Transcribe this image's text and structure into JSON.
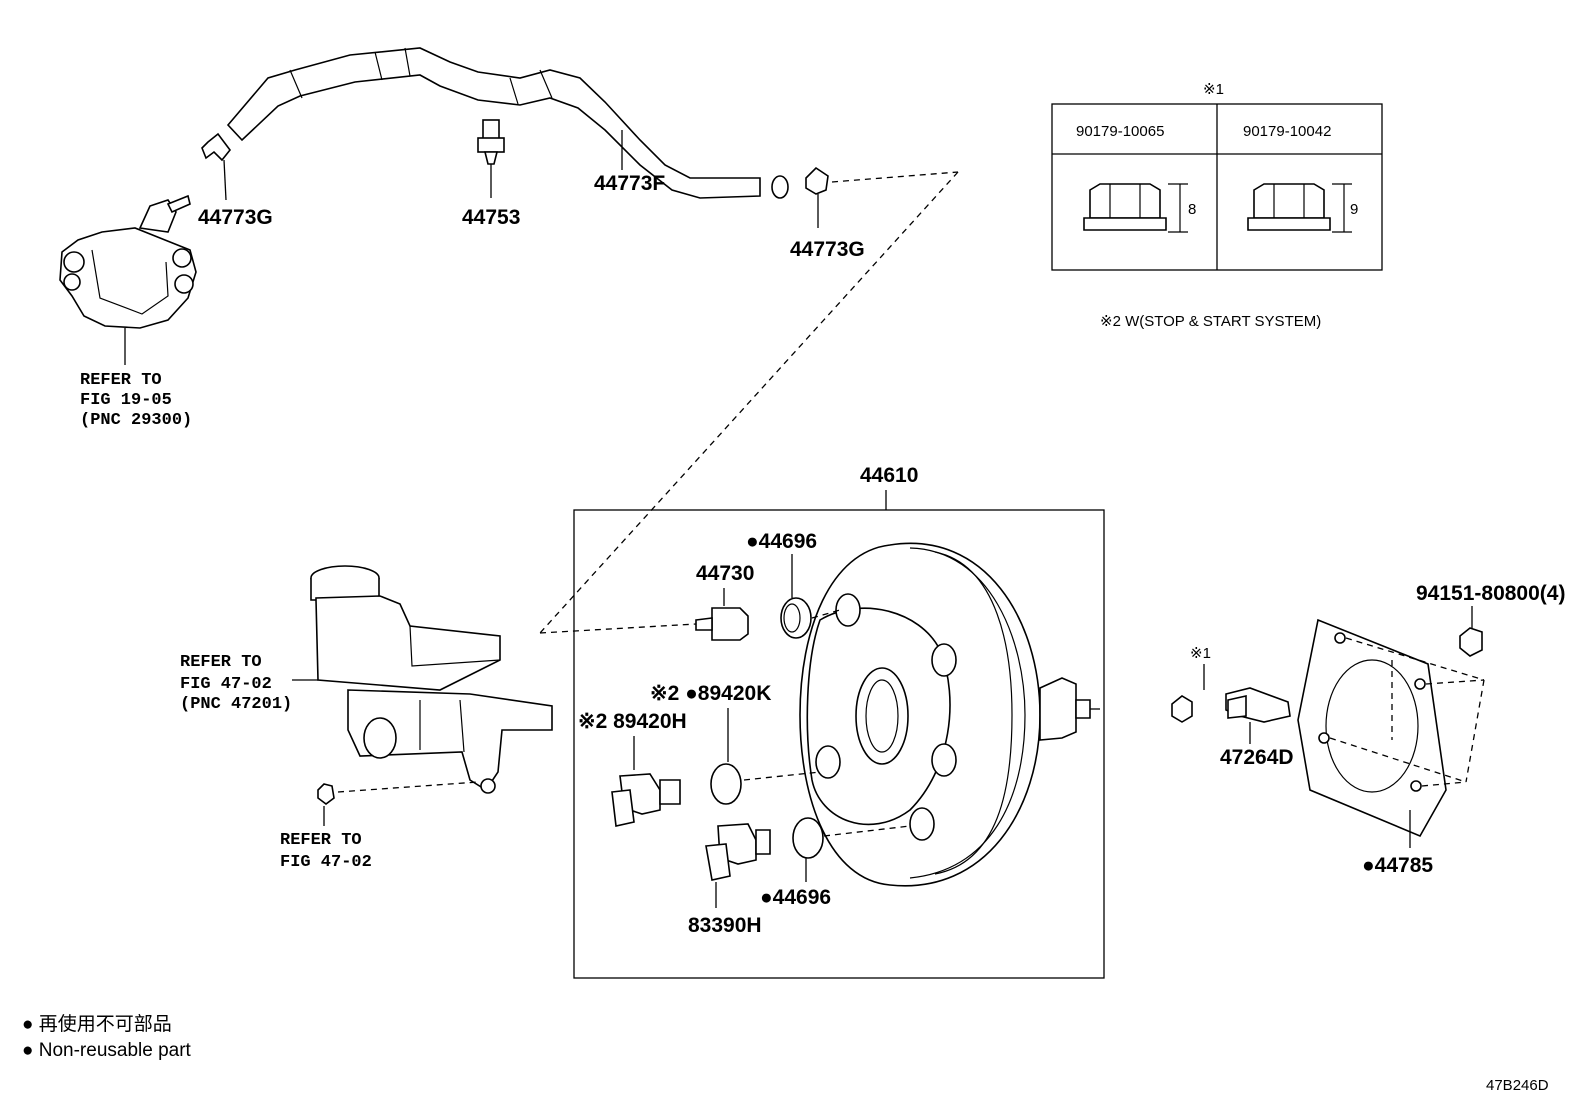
{
  "labels": {
    "p44773g_top": "44773G",
    "p44753": "44753",
    "p44773f": "44773F",
    "p44773g_right": "44773G",
    "p44610": "44610",
    "p44696_top": "●44696",
    "p44730": "44730",
    "p89420k": "※2 ●89420K",
    "p89420h": "※2 89420H",
    "p44696_bottom": "●44696",
    "p83390h": "83390H",
    "p94151": "94151-80800(4)",
    "p47264d": "47264D",
    "p44785": "●44785",
    "note1_small": "※1"
  },
  "refs": {
    "vacuum_pump": [
      "REFER TO",
      "FIG 19-05",
      "(PNC 29300)"
    ],
    "master_cylinder": [
      "REFER TO",
      "FIG 47-02",
      "(PNC 47201)"
    ],
    "cap": [
      "REFER TO",
      "FIG 47-02"
    ]
  },
  "note_table": {
    "mark": "※1",
    "col1": "90179-10065",
    "col2": "90179-10042",
    "dim1": "8",
    "dim2": "9"
  },
  "note2": "※2 W(STOP & START SYSTEM)",
  "legend": {
    "line1": "● 再使用不可部品",
    "line2": "● Non-reusable part"
  },
  "figure_code": "47B246D"
}
